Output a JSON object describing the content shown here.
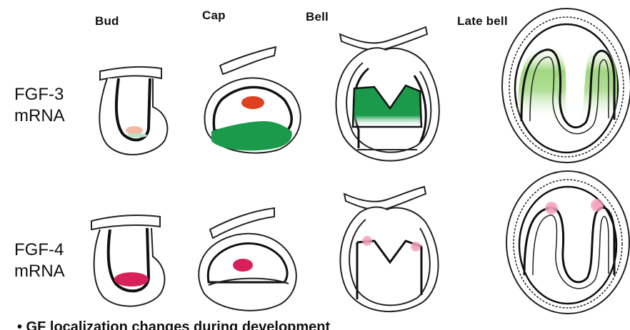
{
  "stages": [
    "Bud",
    "Cap",
    "Bell",
    "Late bell"
  ],
  "rows": [
    {
      "gene": "FGF-3",
      "molecule": "mRNA"
    },
    {
      "gene": "FGF-4",
      "molecule": "mRNA"
    }
  ],
  "caption": "• GF localization changes during development",
  "colors": {
    "fgf3_green": "#1a9a4a",
    "fgf3_light_green": "#8fd06a",
    "fgf3_red": "#e0401f",
    "fgf3_peach": "#f4b9a3",
    "fgf4_magenta": "#d8205a",
    "fgf4_pink": "#f29bb8",
    "outline": "#222222"
  }
}
